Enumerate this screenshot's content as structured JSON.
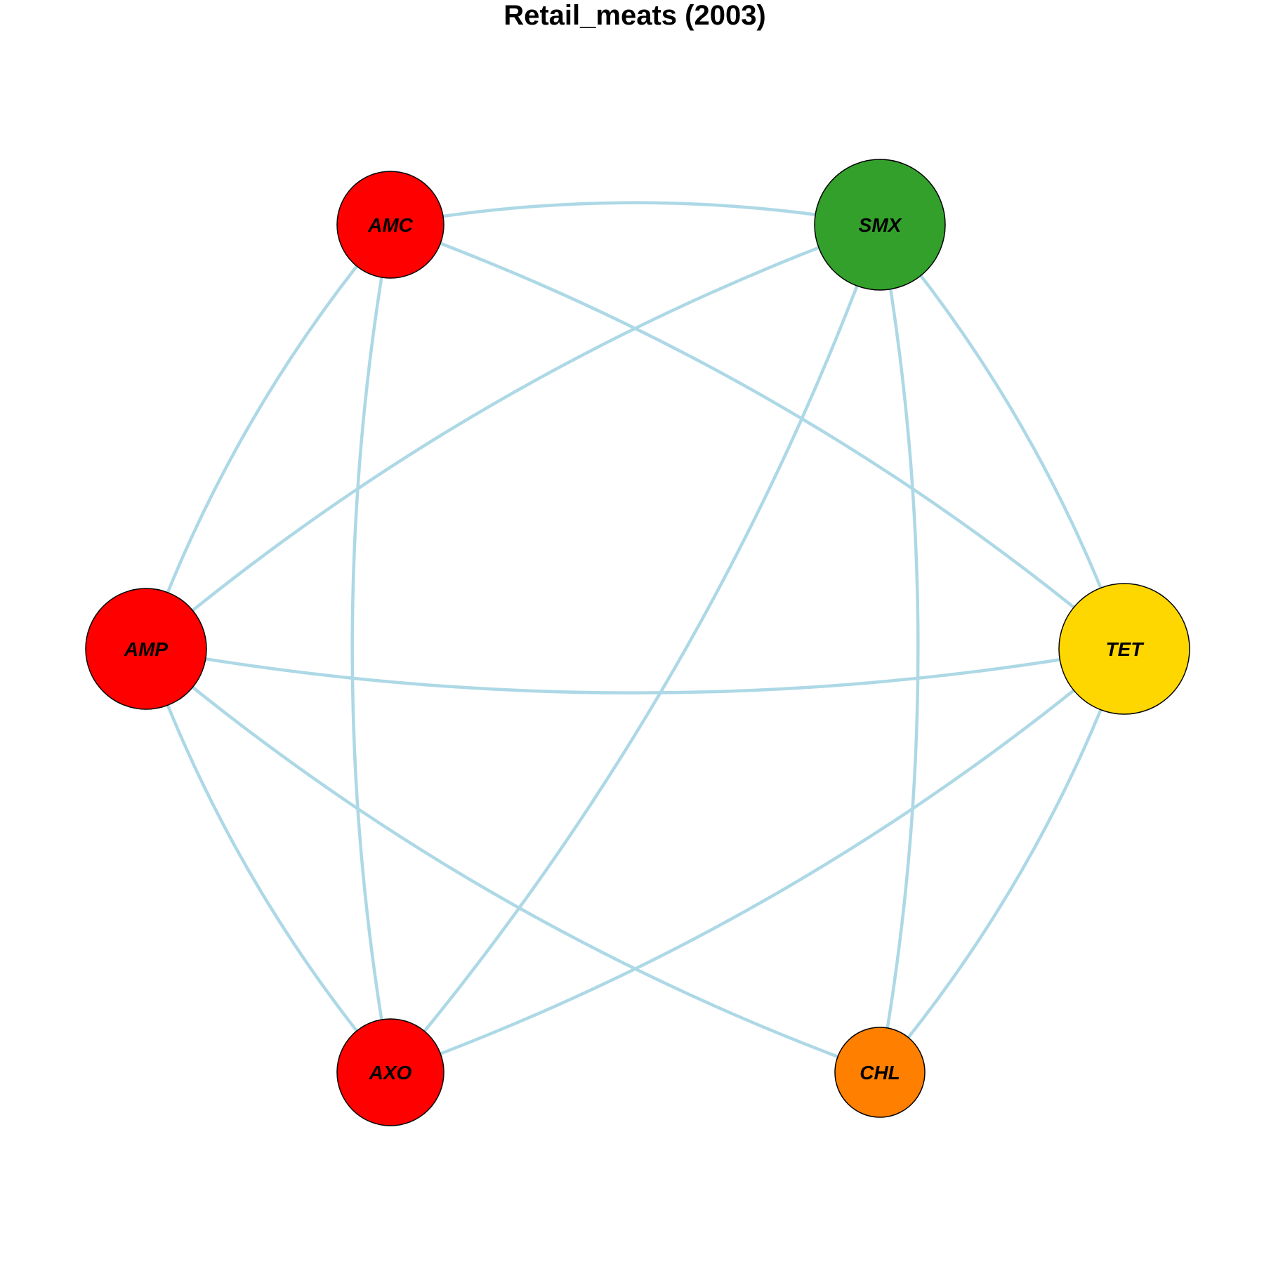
{
  "title": "Retail_meats (2003)",
  "edge_color": "#add8e6",
  "nodes": [
    {
      "id": "AMC",
      "label": "AMC",
      "color": "#ff0000"
    },
    {
      "id": "SMX",
      "label": "SMX",
      "color": "#33a02c"
    },
    {
      "id": "AMP",
      "label": "AMP",
      "color": "#ff0000"
    },
    {
      "id": "TET",
      "label": "TET",
      "color": "#ffd700"
    },
    {
      "id": "AXO",
      "label": "AXO",
      "color": "#ff0000"
    },
    {
      "id": "CHL",
      "label": "CHL",
      "color": "#ff7f00"
    }
  ],
  "edges": [
    {
      "from": "AMC",
      "to": "SMX"
    },
    {
      "from": "AMC",
      "to": "AMP"
    },
    {
      "from": "AMC",
      "to": "AXO"
    },
    {
      "from": "AMC",
      "to": "TET"
    },
    {
      "from": "SMX",
      "to": "AMP"
    },
    {
      "from": "SMX",
      "to": "AXO"
    },
    {
      "from": "SMX",
      "to": "CHL"
    },
    {
      "from": "SMX",
      "to": "TET"
    },
    {
      "from": "AMP",
      "to": "TET"
    },
    {
      "from": "AMP",
      "to": "AXO"
    },
    {
      "from": "AMP",
      "to": "CHL"
    },
    {
      "from": "TET",
      "to": "AXO"
    },
    {
      "from": "TET",
      "to": "CHL"
    }
  ]
}
